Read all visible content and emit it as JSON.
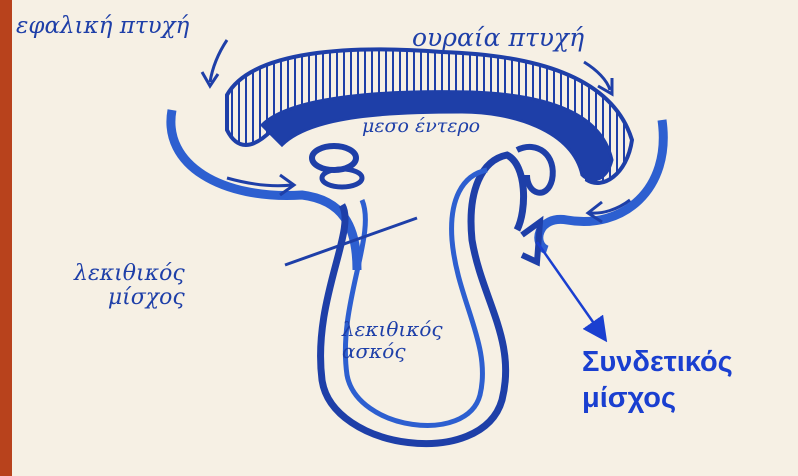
{
  "labels": {
    "head_fold": "εφαλική πτυχή",
    "tail_fold": "ουραία πτυχή",
    "midgut": "μεσο έντερο",
    "yolk_stalk": "λεκιθικός\nμίσχος",
    "yolk_sac": "λεκιθικός\nασκός",
    "connecting_stalk": "Συνδετικός\nμίσχος"
  },
  "colors": {
    "ink": "#1e3fa8",
    "ink_light": "#2d5fd0",
    "label_blue": "#1a3fd0",
    "paper": "#f6f0e4",
    "border": "#b8421c"
  }
}
